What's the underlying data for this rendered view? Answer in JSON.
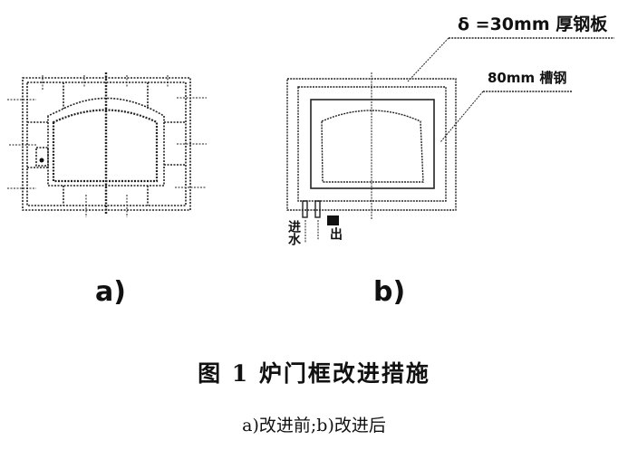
{
  "figure": {
    "caption": "图 1   炉门框改进措施",
    "subcaption": "a)改进前;b)改进后"
  },
  "panel_a": {
    "label": "a)"
  },
  "panel_b": {
    "label": "b)",
    "plate_label": "δ =30mm 厚钢板",
    "channel_label": "80mm 槽钢",
    "inlet_label": "进水",
    "outlet_label": "出"
  }
}
